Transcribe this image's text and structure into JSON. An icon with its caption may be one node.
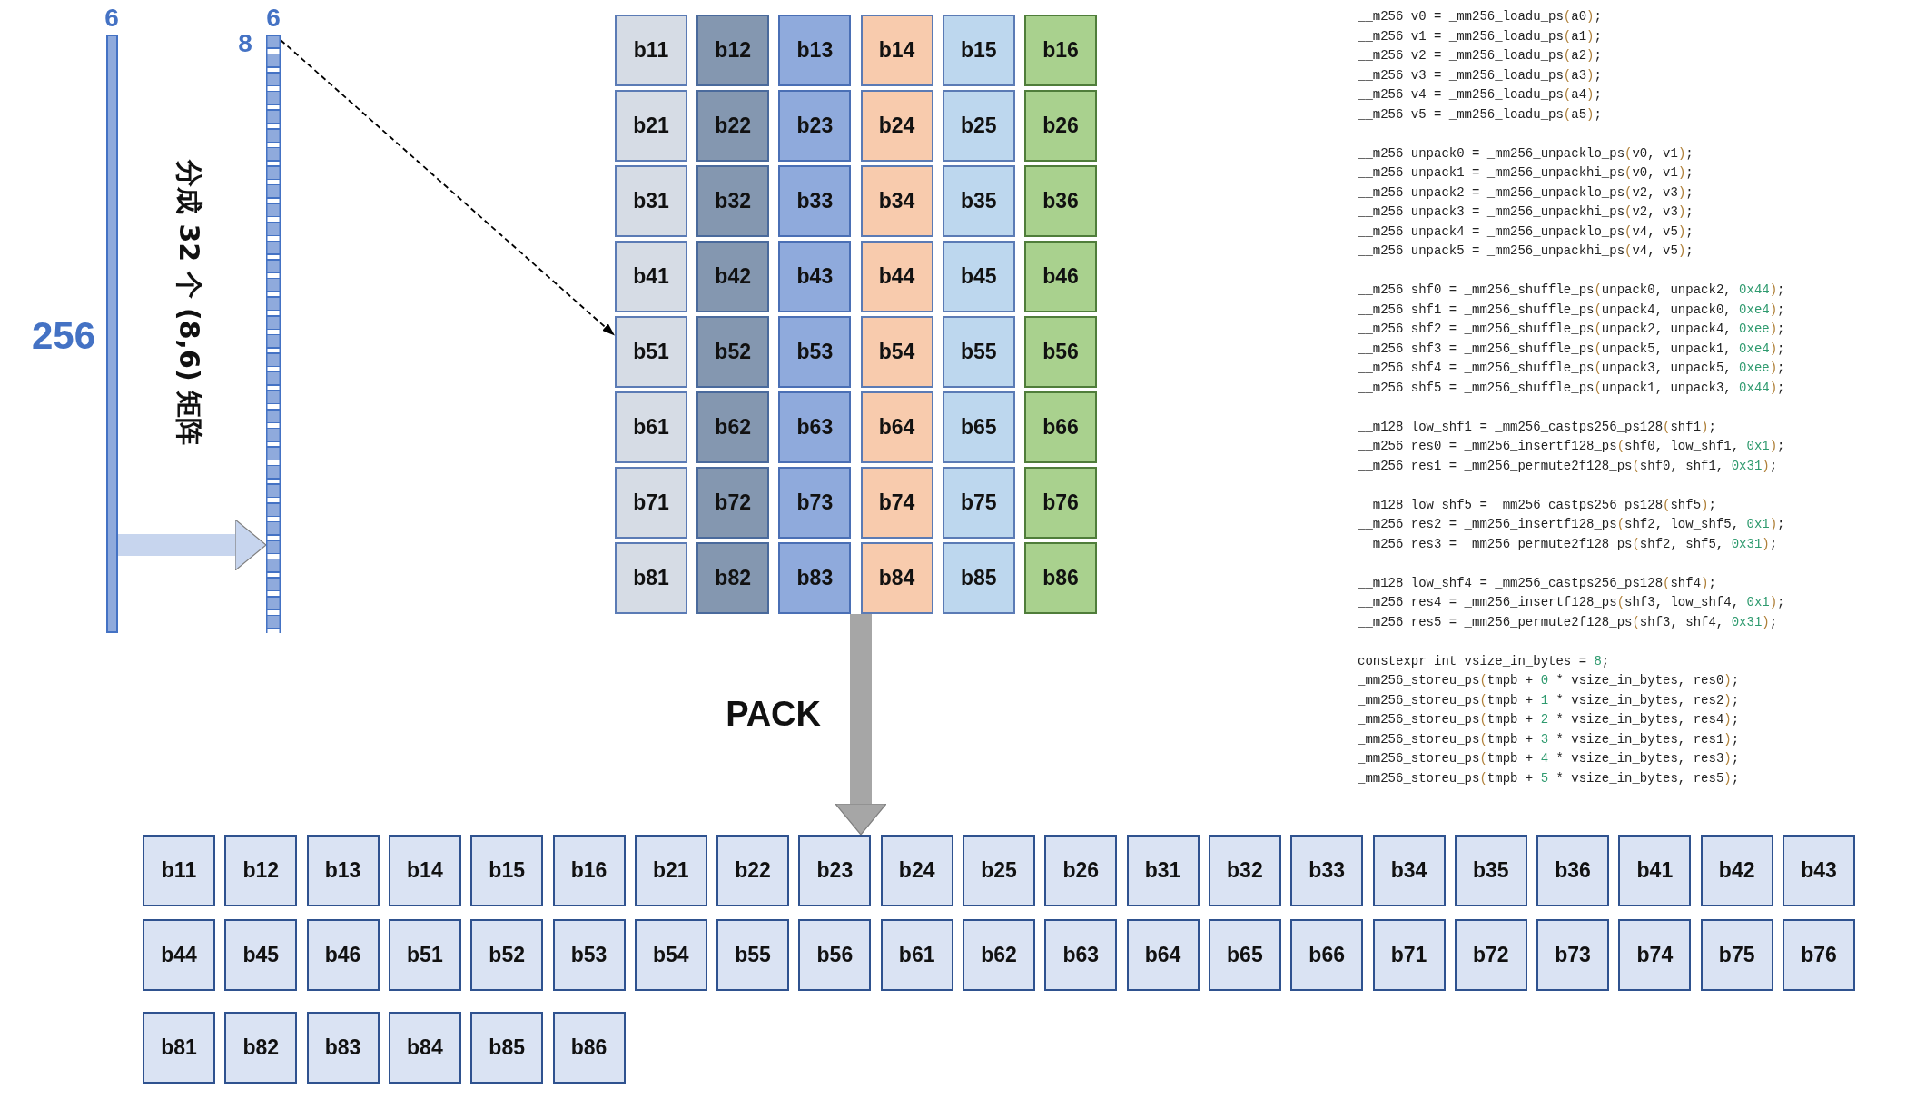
{
  "diagram": {
    "nodes": [
      {
        "text": [],
        "shape": "bar",
        "beside": [
          "6",
          "256"
        ]
      },
      {
        "text": [],
        "shape": "bar",
        "beside": [
          "6",
          "8"
        ]
      },
      {
        "text": [
          "b11"
        ]
      },
      {
        "text": [
          "b12"
        ]
      },
      {
        "text": [
          "b13"
        ]
      },
      {
        "text": [
          "b14"
        ]
      },
      {
        "text": [
          "b15"
        ]
      },
      {
        "text": [
          "b16"
        ]
      },
      {
        "text": [
          "b21"
        ]
      },
      {
        "text": [
          "b22"
        ]
      },
      {
        "text": [
          "b23"
        ]
      },
      {
        "text": [
          "b24"
        ]
      },
      {
        "text": [
          "b25"
        ]
      },
      {
        "text": [
          "b26"
        ]
      },
      {
        "text": [
          "b31"
        ]
      },
      {
        "text": [
          "b32"
        ]
      },
      {
        "text": [
          "b33"
        ]
      },
      {
        "text": [
          "b34"
        ]
      },
      {
        "text": [
          "b35"
        ]
      },
      {
        "text": [
          "b36"
        ]
      },
      {
        "text": [
          "b41"
        ]
      },
      {
        "text": [
          "b42"
        ]
      },
      {
        "text": [
          "b43"
        ]
      },
      {
        "text": [
          "b44"
        ]
      },
      {
        "text": [
          "b45"
        ]
      },
      {
        "text": [
          "b46"
        ]
      },
      {
        "text": [
          "b51"
        ]
      },
      {
        "text": [
          "b52"
        ]
      },
      {
        "text": [
          "b53"
        ]
      },
      {
        "text": [
          "b54"
        ]
      },
      {
        "text": [
          "b55"
        ]
      },
      {
        "text": [
          "b56"
        ]
      },
      {
        "text": [
          "b61"
        ]
      },
      {
        "text": [
          "b62"
        ]
      },
      {
        "text": [
          "b63"
        ]
      },
      {
        "text": [
          "b64"
        ]
      },
      {
        "text": [
          "b65"
        ]
      },
      {
        "text": [
          "b66"
        ]
      },
      {
        "text": [
          "b71"
        ]
      },
      {
        "text": [
          "b72"
        ]
      },
      {
        "text": [
          "b73"
        ]
      },
      {
        "text": [
          "b74"
        ]
      },
      {
        "text": [
          "b75"
        ]
      },
      {
        "text": [
          "b76"
        ]
      },
      {
        "text": [
          "b81"
        ]
      },
      {
        "text": [
          "b82"
        ]
      },
      {
        "text": [
          "b83"
        ]
      },
      {
        "text": [
          "b84"
        ]
      },
      {
        "text": [
          "b85"
        ]
      },
      {
        "text": [
          "b86"
        ]
      },
      {
        "text": [
          "b11"
        ]
      },
      {
        "text": [
          "b12"
        ]
      },
      {
        "text": [
          "b13"
        ]
      },
      {
        "text": [
          "b14"
        ]
      },
      {
        "text": [
          "b15"
        ]
      },
      {
        "text": [
          "b16"
        ]
      },
      {
        "text": [
          "b21"
        ]
      },
      {
        "text": [
          "b22"
        ]
      },
      {
        "text": [
          "b23"
        ]
      },
      {
        "text": [
          "b24"
        ]
      },
      {
        "text": [
          "b25"
        ]
      },
      {
        "text": [
          "b26"
        ]
      },
      {
        "text": [
          "b31"
        ]
      },
      {
        "text": [
          "b32"
        ]
      },
      {
        "text": [
          "b33"
        ]
      },
      {
        "text": [
          "b34"
        ]
      },
      {
        "text": [
          "b35"
        ]
      },
      {
        "text": [
          "b36"
        ]
      },
      {
        "text": [
          "b41"
        ]
      },
      {
        "text": [
          "b42"
        ]
      },
      {
        "text": [
          "b43"
        ]
      },
      {
        "text": [
          "b44"
        ]
      },
      {
        "text": [
          "b45"
        ]
      },
      {
        "text": [
          "b46"
        ]
      },
      {
        "text": [
          "b51"
        ]
      },
      {
        "text": [
          "b52"
        ]
      },
      {
        "text": [
          "b53"
        ]
      },
      {
        "text": [
          "b54"
        ]
      },
      {
        "text": [
          "b55"
        ]
      },
      {
        "text": [
          "b56"
        ]
      },
      {
        "text": [
          "b61"
        ]
      },
      {
        "text": [
          "b62"
        ]
      },
      {
        "text": [
          "b63"
        ]
      },
      {
        "text": [
          "b64"
        ]
      },
      {
        "text": [
          "b65"
        ]
      },
      {
        "text": [
          "b66"
        ]
      },
      {
        "text": [
          "b71"
        ]
      },
      {
        "text": [
          "b72"
        ]
      },
      {
        "text": [
          "b73"
        ]
      },
      {
        "text": [
          "b74"
        ]
      },
      {
        "text": [
          "b75"
        ]
      },
      {
        "text": [
          "b76"
        ]
      },
      {
        "text": [
          "b81"
        ]
      },
      {
        "text": [
          "b82"
        ]
      },
      {
        "text": [
          "b83"
        ]
      },
      {
        "text": [
          "b84"
        ]
      },
      {
        "text": [
          "b85"
        ]
      },
      {
        "text": [
          "b86"
        ]
      }
    ],
    "edges": [
      {
        "from": 0,
        "to": 1,
        "arrow": "to",
        "color": "#c7d5ee"
      },
      {
        "from": 1,
        "to": 26,
        "arrow": "to",
        "style": "dashed",
        "color": "#000000"
      },
      {
        "from": 47,
        "to": 58,
        "arrow": "to",
        "color": "#a6a6a6",
        "label": "PACK"
      }
    ],
    "labels": [
      "分成 32 个 (8,6) 矩阵",
      "__m256 v0 = _mm256_loadu_ps(a0);",
      "__m256 v1 = _mm256_loadu_ps(a1);",
      "__m256 v2 = _mm256_loadu_ps(a2);",
      "__m256 v3 = _mm256_loadu_ps(a3);",
      "__m256 v4 = _mm256_loadu_ps(a4);",
      "__m256 v5 = _mm256_loadu_ps(a5);",
      "__m256 unpack0 = _mm256_unpacklo_ps(v0, v1);",
      "__m256 unpack1 = _mm256_unpackhi_ps(v0, v1);",
      "__m256 unpack2 = _mm256_unpacklo_ps(v2, v3);",
      "__m256 unpack3 = _mm256_unpackhi_ps(v2, v3);",
      "__m256 unpack4 = _mm256_unpacklo_ps(v4, v5);",
      "__m256 unpack5 = _mm256_unpackhi_ps(v4, v5);",
      "__m256 shf0 = _mm256_shuffle_ps(unpack0, unpack2, 0x44);",
      "__m256 shf1 = _mm256_shuffle_ps(unpack4, unpack0, 0xe4);",
      "__m256 shf2 = _mm256_shuffle_ps(unpack2, unpack4, 0xee);",
      "__m256 shf3 = _mm256_shuffle_ps(unpack5, unpack1, 0xe4);",
      "__m256 shf4 = _mm256_shuffle_ps(unpack3, unpack5, 0xee);",
      "__m256 shf5 = _mm256_shuffle_ps(unpack1, unpack3, 0x44);",
      "__m128 low_shf1 = _mm256_castps256_ps128(shf1);",
      "__m256 res0 = _mm256_insertf128_ps(shf0, low_shf1, 0x1);",
      "__m256 res1 = _mm256_permute2f128_ps(shf0, shf1, 0x31);",
      "__m128 low_shf5 = _mm256_castps256_ps128(shf5);",
      "__m256 res2 = _mm256_insertf128_ps(shf2, low_shf5, 0x1);",
      "__m256 res3 = _mm256_permute2f128_ps(shf2, shf5, 0x31);",
      "__m128 low_shf4 = _mm256_castps256_ps128(shf4);",
      "__m256 res4 = _mm256_insertf128_ps(shf3, low_shf4, 0x1);",
      "__m256 res5 = _mm256_permute2f128_ps(shf3, shf4, 0x31);",
      "constexpr int vsize_in_bytes = 8;",
      "_mm256_storeu_ps(tmpb + 0 * vsize_in_bytes, res0);",
      "_mm256_storeu_ps(tmpb + 1 * vsize_in_bytes, res2);",
      "_mm256_storeu_ps(tmpb + 2 * vsize_in_bytes, res4);",
      "_mm256_storeu_ps(tmpb + 3 * vsize_in_bytes, res1);",
      "_mm256_storeu_ps(tmpb + 4 * vsize_in_bytes, res3);",
      "_mm256_storeu_ps(tmpb + 5 * vsize_in_bytes, res5);"
    ]
  }
}
